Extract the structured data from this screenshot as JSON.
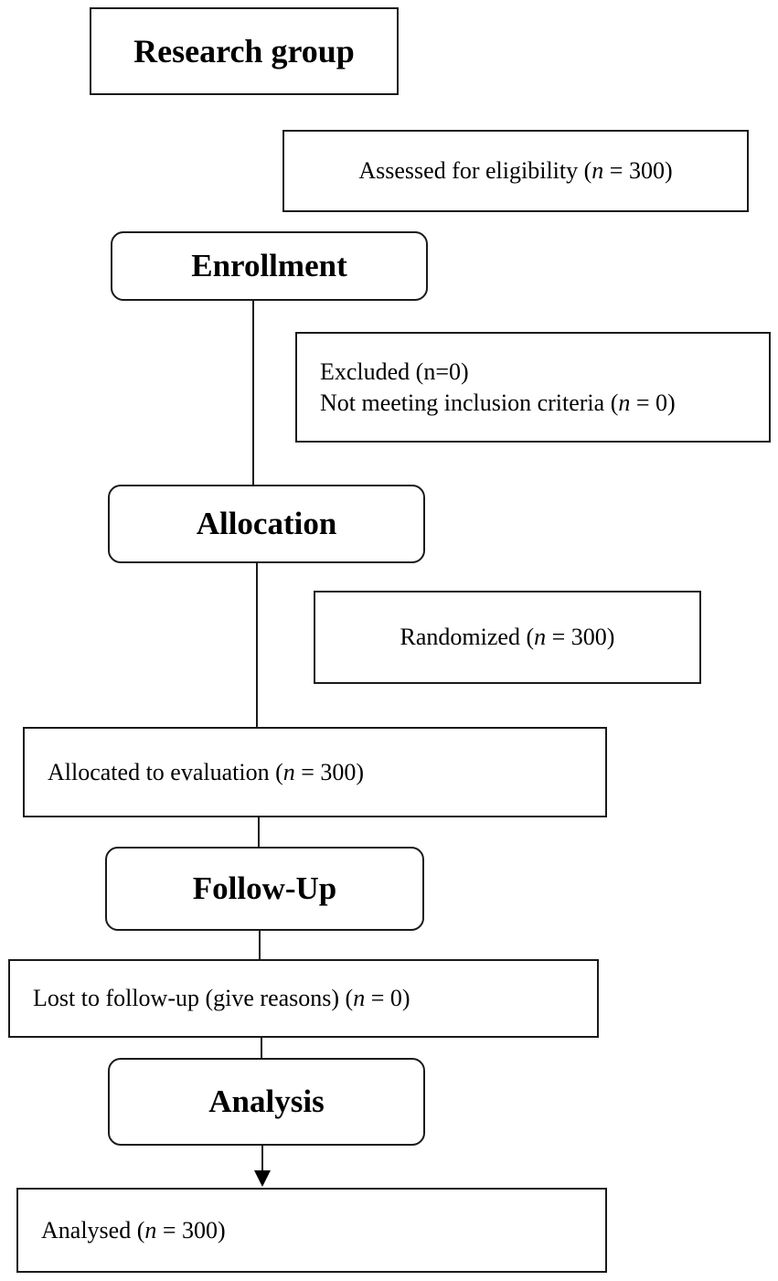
{
  "title": "Research group",
  "stages": {
    "enrollment": "Enrollment",
    "allocation": "Allocation",
    "followup": "Follow-Up",
    "analysis": "Analysis"
  },
  "boxes": {
    "assessed": {
      "label": "Assessed for eligibility (",
      "n": "n",
      "value": " = 300)"
    },
    "excluded_line1": "Excluded (n=0)",
    "excluded_line2": {
      "label": "Not meeting inclusion criteria (",
      "n": "n",
      "value": " = 0)"
    },
    "randomized": {
      "label": "Randomized (",
      "n": "n",
      "value": " = 300)"
    },
    "allocated": {
      "label": "Allocated to evaluation (",
      "n": "n",
      "value": " = 300)"
    },
    "lost": {
      "label": "Lost to follow-up (give reasons) (",
      "n": "n",
      "value": " = 0)"
    },
    "analysed": {
      "label": "Analysed (",
      "n": "n",
      "value": " = 300)"
    }
  }
}
